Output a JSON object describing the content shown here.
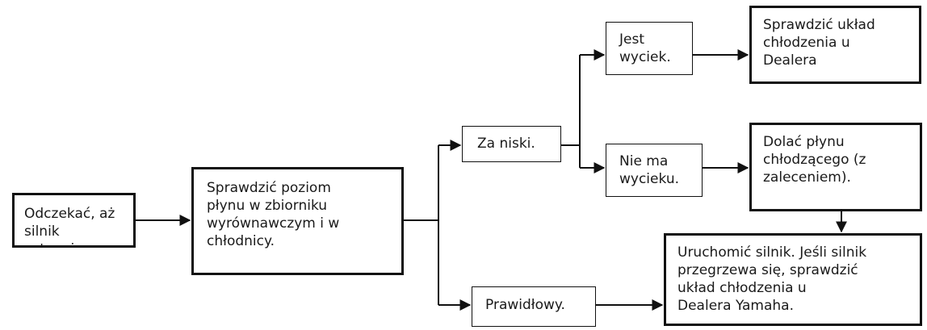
{
  "nodes": {
    "wait": "Odczekać, aż\nsilnik ostygnie.",
    "check_level": "Sprawdzić poziom\npłynu w zbiorniku\nwyrównawczym i w\nchłodnicy.",
    "too_low": "Za niski.",
    "leak": "Jest\nwyciek.",
    "check_dealer": "Sprawdzić układ\nchłodzenia u\nDealera",
    "no_leak": "Nie ma\nwycieku.",
    "add_coolant": "Dolać płynu\nchłodzącego (z\nzaleceniem).",
    "correct": "Prawidłowy.",
    "start_engine": "Uruchomić silnik. Jeśli silnik\nprzegrzewa się, sprawdzić\nukład chłodzenia u\nDealera Yamaha."
  }
}
